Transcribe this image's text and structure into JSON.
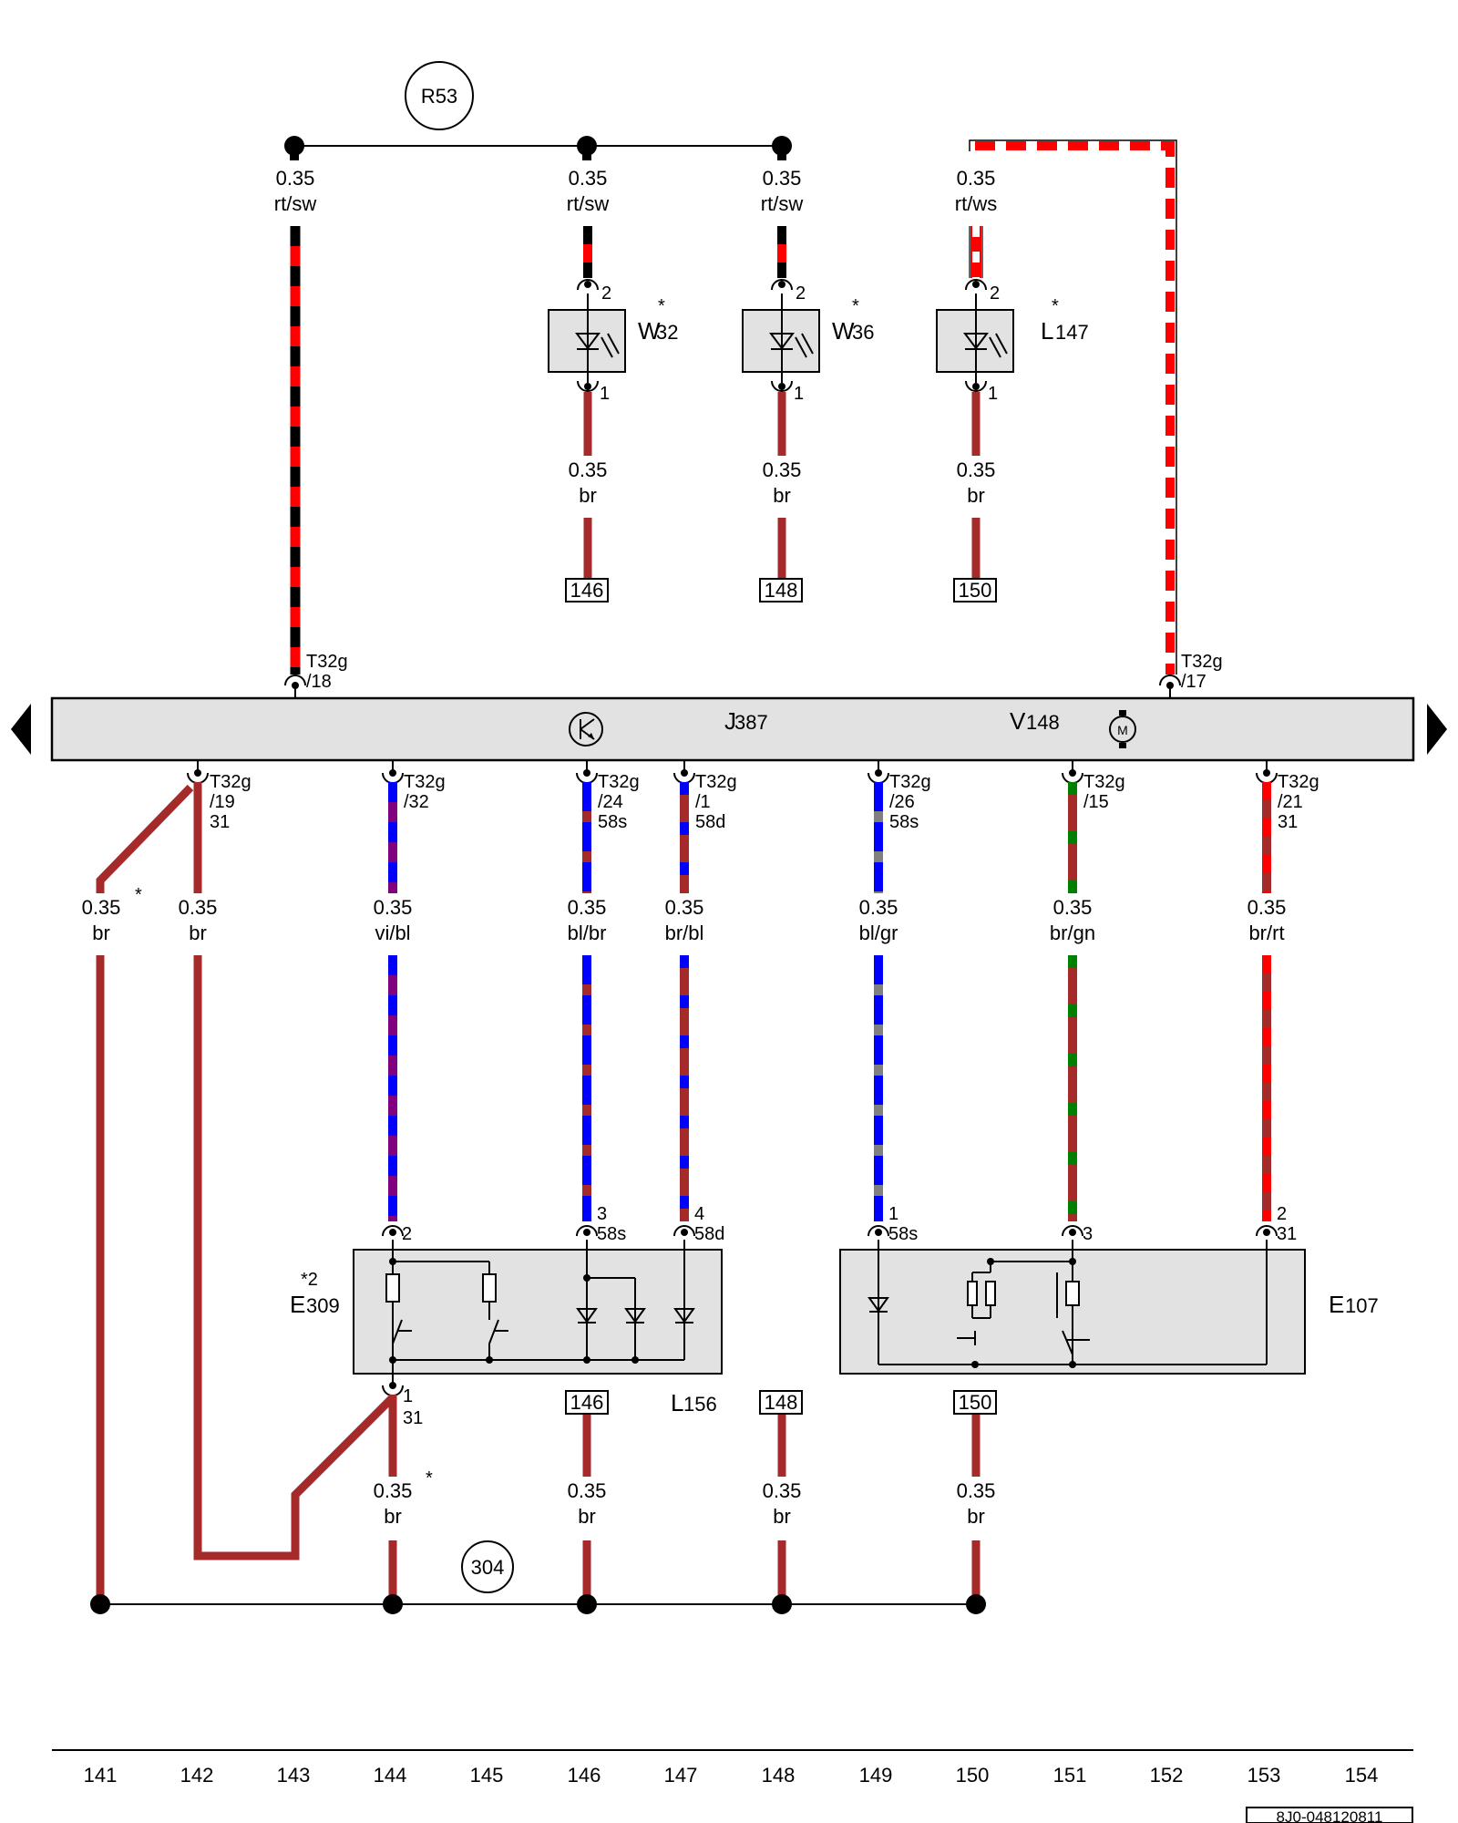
{
  "ref_top": "R53",
  "ref_bottom": "304",
  "doc_code": "8J0-048120811",
  "top_wires": [
    {
      "size": "0.35",
      "color": "rt/sw"
    },
    {
      "size": "0.35",
      "color": "rt/sw"
    },
    {
      "size": "0.35",
      "color": "rt/sw"
    },
    {
      "size": "0.35",
      "color": "rt/ws"
    }
  ],
  "top_connectors": {
    "left": {
      "conn": "T32g",
      "pin": "/18"
    },
    "right": {
      "conn": "T32g",
      "pin": "/17"
    }
  },
  "components": {
    "W32": {
      "letter": "W",
      "num": "32",
      "star": "*",
      "pin_top": "2",
      "pin_bottom": "1"
    },
    "W36": {
      "letter": "W",
      "num": "36",
      "star": "*",
      "pin_top": "2",
      "pin_bottom": "1"
    },
    "L147": {
      "letter": "L",
      "num": "147",
      "star": "*",
      "pin_top": "2",
      "pin_bottom": "1"
    },
    "J387": {
      "letter": "J",
      "num": "387"
    },
    "V148": {
      "letter": "V",
      "num": "148"
    },
    "E309": {
      "letter": "E",
      "num": "309",
      "note": "*2"
    },
    "E107": {
      "letter": "E",
      "num": "107"
    },
    "L156": {
      "letter": "L",
      "num": "156"
    }
  },
  "mid_wires": [
    {
      "size": "0.35",
      "color": "br"
    },
    {
      "size": "0.35",
      "color": "br"
    },
    {
      "size": "0.35",
      "color": "br"
    }
  ],
  "refs_mid": [
    "146",
    "148",
    "150"
  ],
  "refs_low": [
    "146",
    "148",
    "150"
  ],
  "motor_symbol": "M",
  "bottom_connectors": [
    {
      "conn": "T32g",
      "pin": "/19",
      "term": "31"
    },
    {
      "conn": "T32g",
      "pin": "/32",
      "term": ""
    },
    {
      "conn": "T32g",
      "pin": "/24",
      "term": "58s"
    },
    {
      "conn": "T32g",
      "pin": "/1",
      "term": "58d"
    },
    {
      "conn": "T32g",
      "pin": "/26",
      "term": "58s"
    },
    {
      "conn": "T32g",
      "pin": "/15",
      "term": ""
    },
    {
      "conn": "T32g",
      "pin": "/21",
      "term": "31"
    }
  ],
  "lower_wires": [
    {
      "size": "0.35",
      "color": "br",
      "star": "*"
    },
    {
      "size": "0.35",
      "color": "br"
    },
    {
      "size": "0.35",
      "color": "vi/bl"
    },
    {
      "size": "0.35",
      "color": "bl/br"
    },
    {
      "size": "0.35",
      "color": "br/bl"
    },
    {
      "size": "0.35",
      "color": "bl/gr"
    },
    {
      "size": "0.35",
      "color": "br/gn"
    },
    {
      "size": "0.35",
      "color": "br/rt"
    }
  ],
  "switch_pins": {
    "e309_a": {
      "pin": "2"
    },
    "e309_b": {
      "pin": "3",
      "term": "58s"
    },
    "e309_c": {
      "pin": "4",
      "term": "58d"
    },
    "e309_gnd": {
      "pin": "1",
      "term": "31"
    },
    "e107_a": {
      "pin": "1",
      "term": "58s"
    },
    "e107_b": {
      "pin": "3"
    },
    "e107_c": {
      "pin": "2",
      "term": "31"
    }
  },
  "ground_wires": [
    {
      "size": "0.35",
      "color": "br",
      "star": "*"
    },
    {
      "size": "0.35",
      "color": "br"
    },
    {
      "size": "0.35",
      "color": "br"
    },
    {
      "size": "0.35",
      "color": "br"
    }
  ],
  "column_numbers": [
    "141",
    "142",
    "143",
    "144",
    "145",
    "146",
    "147",
    "148",
    "149",
    "150",
    "151",
    "152",
    "153",
    "154"
  ],
  "colors": {
    "red": "#ff0000",
    "black": "#000000",
    "brown": "#a52a2a",
    "blue": "#0000ff",
    "violet": "#800080",
    "green": "#008000",
    "grey": "#808080",
    "white": "#ffffff",
    "panel": "#e2e2e2"
  }
}
